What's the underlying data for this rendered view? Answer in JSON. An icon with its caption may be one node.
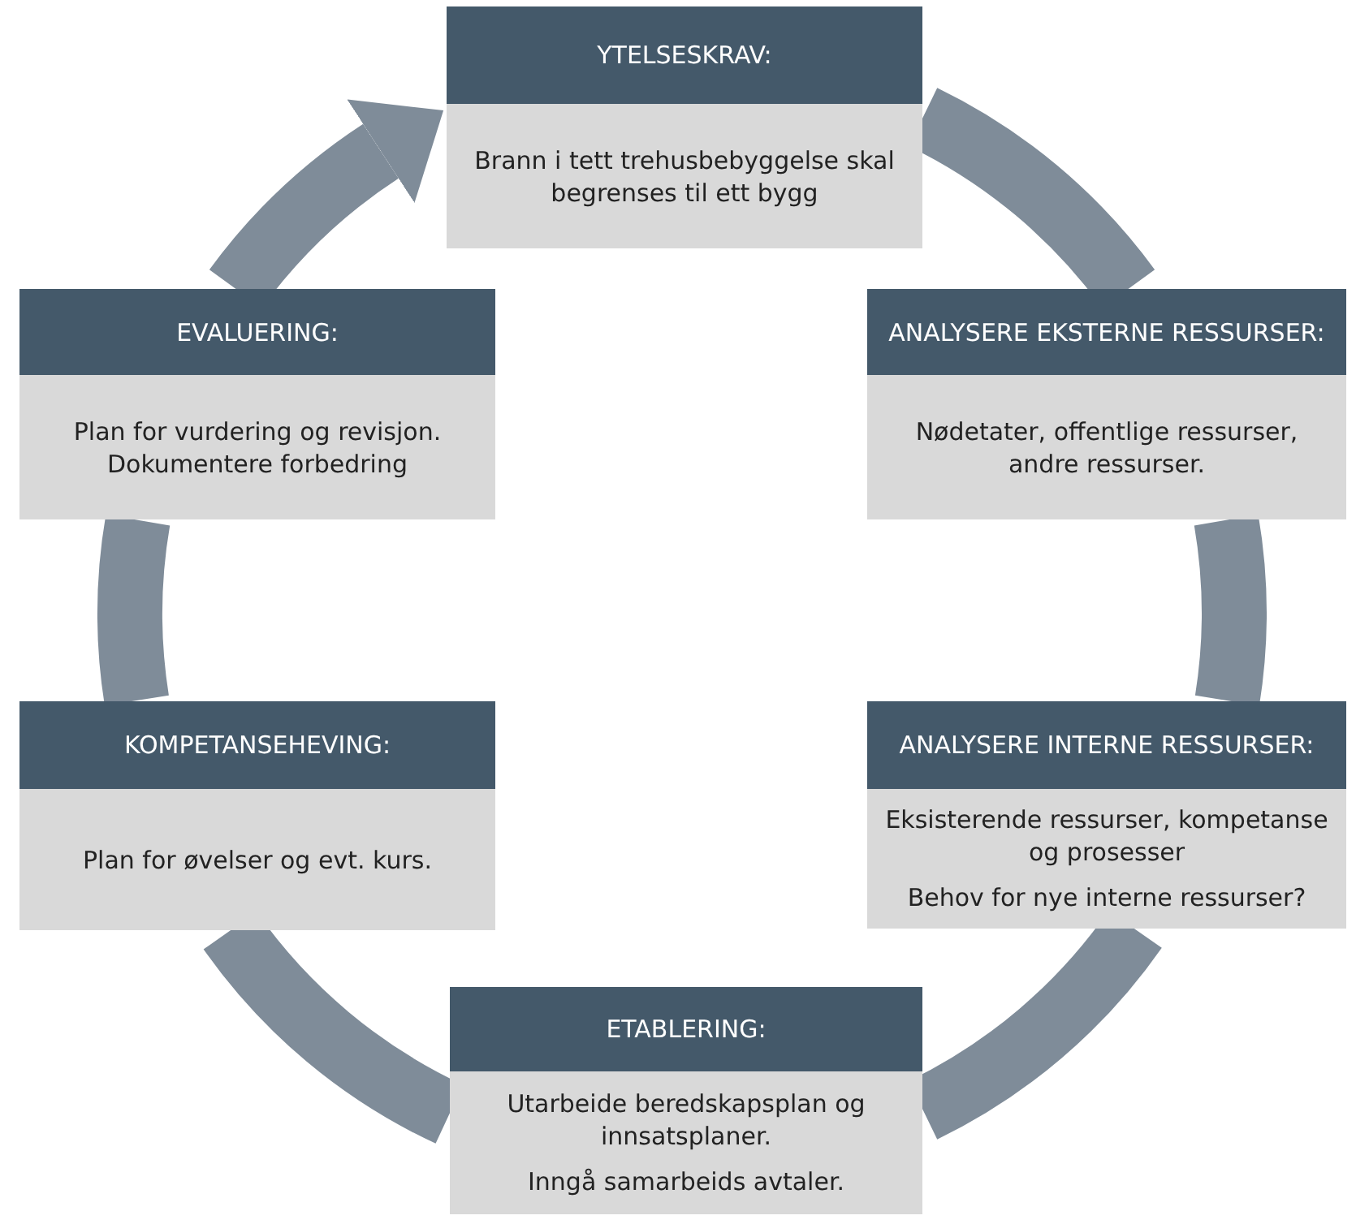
{
  "diagram": {
    "nodes": [
      {
        "text": [
          "YTELSESKRAV:",
          "Brann i tett trehusbebyggelse skal begrenses til ett bygg"
        ]
      },
      {
        "text": [
          "ANALYSERE EKSTERNE RESSURSER:",
          "Nødetater, offentlige ressurser, andre ressurser."
        ]
      },
      {
        "text": [
          "ANALYSERE INTERNE RESSURSER:",
          "Eksisterende ressurser, kompetanse og prosesser",
          "Behov for nye interne ressurser?"
        ]
      },
      {
        "text": [
          "ETABLERING:",
          "Utarbeide beredskapsplan og innsatsplaner.",
          "Inngå samarbeids avtaler."
        ]
      },
      {
        "text": [
          "KOMPETANSEHEVING:",
          "Plan for øvelser og evt. kurs."
        ]
      },
      {
        "text": [
          "EVALUERING:",
          "Plan for vurdering og revisjon. Dokumentere forbedring"
        ]
      }
    ],
    "edges": [
      {
        "from": 0,
        "to": 1,
        "arrow": "none"
      },
      {
        "from": 1,
        "to": 2,
        "arrow": "none"
      },
      {
        "from": 2,
        "to": 3,
        "arrow": "none"
      },
      {
        "from": 3,
        "to": 4,
        "arrow": "none"
      },
      {
        "from": 4,
        "to": 5,
        "arrow": "none"
      },
      {
        "from": 5,
        "to": 0,
        "arrow": "to"
      }
    ]
  }
}
